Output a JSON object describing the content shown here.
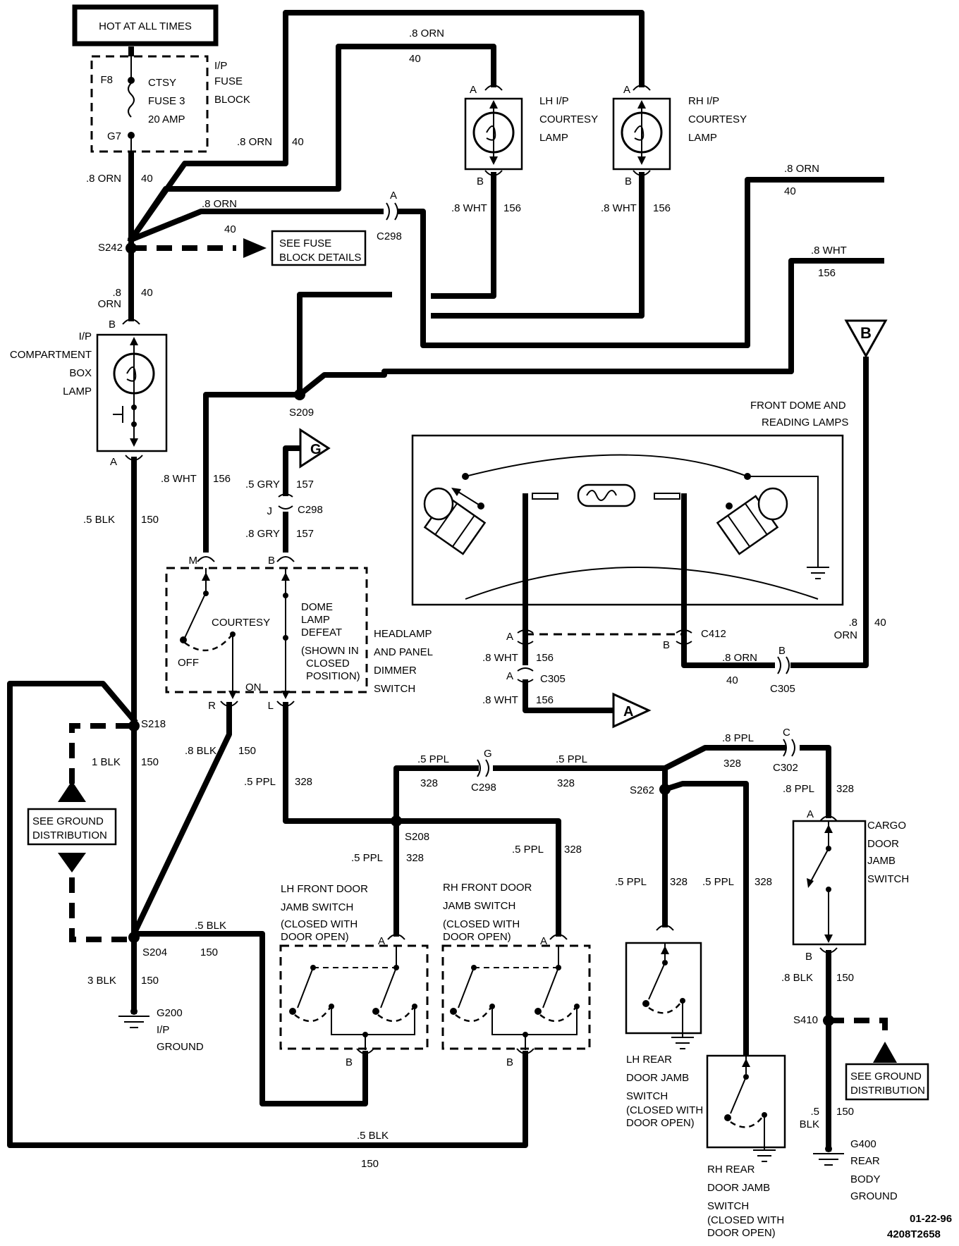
{
  "header": {
    "power_label": "HOT AT ALL TIMES"
  },
  "fuse_block": {
    "name": [
      "I/P",
      "FUSE",
      "BLOCK"
    ],
    "fuse": [
      "CTSY",
      "FUSE 3",
      "20 AMP"
    ],
    "pin_top": "F8",
    "pin_bottom": "G7"
  },
  "splices": {
    "s242": "S242",
    "s209": "S209",
    "s218": "S218",
    "s204": "S204",
    "s208": "S208",
    "s262": "S262",
    "s410": "S410"
  },
  "connectors": {
    "c298": "C298",
    "c305": "C305",
    "c412": "C412",
    "c302": "C302"
  },
  "pins": {
    "a": "A",
    "b": "B",
    "c": "C",
    "g": "G",
    "j": "J",
    "m": "M",
    "r": "R",
    "l": "L"
  },
  "see_fuse": [
    "SEE FUSE",
    "BLOCK DETAILS"
  ],
  "see_ground": [
    "SEE GROUND",
    "DISTRIBUTION"
  ],
  "components": {
    "lh_ip_lamp": [
      "LH I/P",
      "COURTESY",
      "LAMP"
    ],
    "rh_ip_lamp": [
      "RH I/P",
      "COURTESY",
      "LAMP"
    ],
    "ip_box_lamp": [
      "I/P",
      "COMPARTMENT",
      "BOX",
      "LAMP"
    ],
    "dome_lamps": [
      "FRONT DOME AND",
      "READING LAMPS"
    ],
    "headlamp_switch": [
      "HEADLAMP",
      "AND PANEL",
      "DIMMER",
      "SWITCH"
    ],
    "courtesy": "COURTESY",
    "off": "OFF",
    "on": "ON",
    "dome_defeat": [
      "DOME",
      "LAMP",
      "DEFEAT",
      "(SHOWN IN",
      "CLOSED",
      "POSITION)"
    ],
    "lh_front_jamb": [
      "LH FRONT DOOR",
      "JAMB SWITCH",
      "(CLOSED WITH",
      "DOOR OPEN)"
    ],
    "rh_front_jamb": [
      "RH FRONT DOOR",
      "JAMB SWITCH",
      "(CLOSED WITH",
      "DOOR OPEN)"
    ],
    "lh_rear_jamb": [
      "LH REAR",
      "DOOR JAMB",
      "SWITCH",
      "(CLOSED WITH",
      "DOOR OPEN)"
    ],
    "rh_rear_jamb": [
      "RH REAR",
      "DOOR JAMB",
      "SWITCH",
      "(CLOSED WITH",
      "DOOR OPEN)"
    ],
    "cargo_jamb": [
      "CARGO",
      "DOOR",
      "JAMB",
      "SWITCH"
    ]
  },
  "grounds": {
    "g200": [
      "G200",
      "I/P",
      "GROUND"
    ],
    "g400": [
      "G400",
      "REAR",
      "BODY",
      "GROUND"
    ]
  },
  "offpage": {
    "a": "A",
    "b": "B",
    "g": "G"
  },
  "wires": {
    "orn_08": ".8 ORN",
    "orn_08_stack": [
      ".8",
      "ORN"
    ],
    "wht_08": ".8 WHT",
    "gry_05": ".5 GRY",
    "gry_08": ".8 GRY",
    "blk_05": ".5 BLK",
    "blk_08": ".8 BLK",
    "blk_1": "1 BLK",
    "blk_3": "3 BLK",
    "blk_5_stack": [
      ".5",
      "BLK"
    ],
    "ppl_05": ".5 PPL",
    "ppl_08": ".8 PPL",
    "c40": "40",
    "c156": "156",
    "c157": "157",
    "c150": "150",
    "c328": "328"
  },
  "footer": {
    "date": "01-22-96",
    "code": "4208T2658"
  }
}
